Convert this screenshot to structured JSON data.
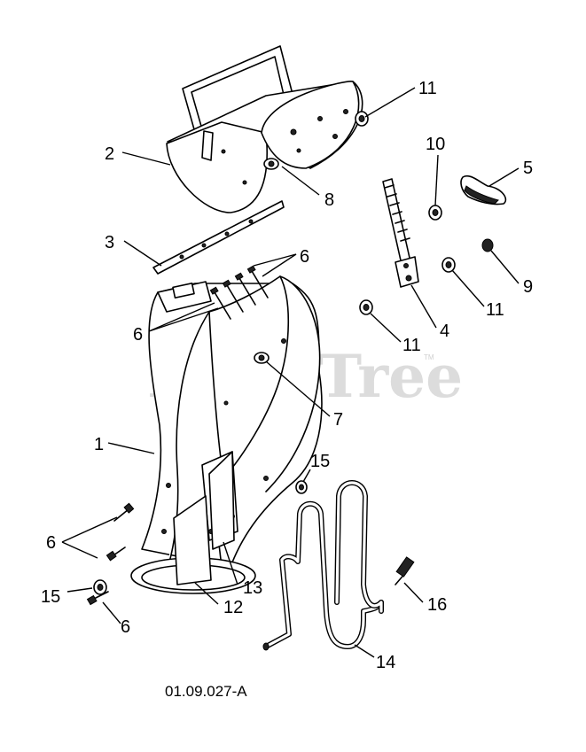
{
  "watermark": {
    "text": "PartsTree",
    "trademark": "TM"
  },
  "figure_ref": "01.09.027-A",
  "callouts": {
    "c1": "1",
    "c2": "2",
    "c3": "3",
    "c4": "4",
    "c5": "5",
    "c6_upper_right": "6",
    "c6_upper_left": "6",
    "c6_lower_left": "6",
    "c6_bottom": "6",
    "c7": "7",
    "c8": "8",
    "c9": "9",
    "c10": "10",
    "c11_top": "11",
    "c11_mid": "11",
    "c11_low": "11",
    "c12": "12",
    "c13": "13",
    "c14": "14",
    "c15_left": "15",
    "c15_right": "15",
    "c16": "16"
  },
  "colors": {
    "line": "#000000",
    "watermark": "#d6d6d6",
    "background": "#ffffff"
  }
}
